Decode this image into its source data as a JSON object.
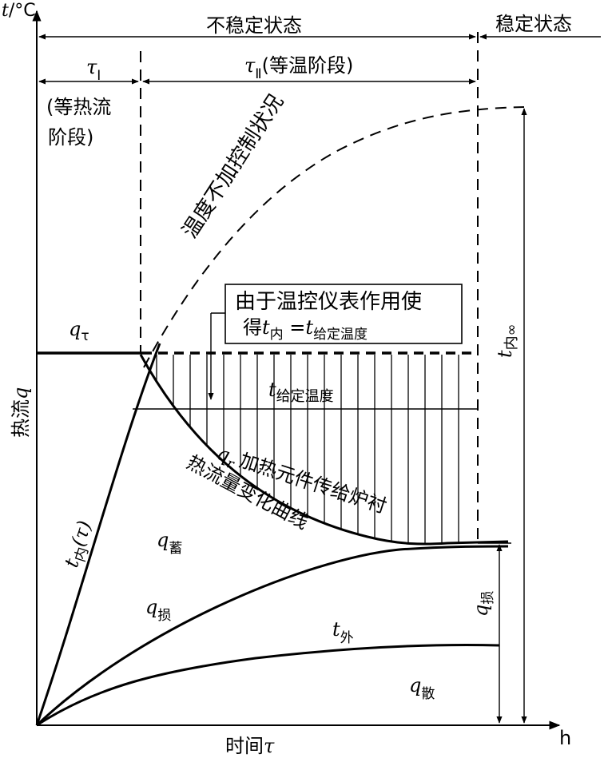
{
  "axes": {
    "y_unit_t": "t",
    "y_unit_deg": "/°C",
    "y_label_left": "热流",
    "y_label_q": "q",
    "x_label": "时间",
    "x_label_tau": "τ",
    "x_unit": "h"
  },
  "phases": {
    "unsteady": "不稳定状态",
    "steady": "稳定状态",
    "tau1_symbol": "τ",
    "tau1_sub": "I",
    "tau2_symbol": "τ",
    "tau2_sub": "Ⅱ",
    "tau2_desc": "(等温阶段)",
    "tau1_desc_line1": "(等热流",
    "tau1_desc_line2": "阶段)"
  },
  "annotations": {
    "uncontrolled": "温度不加控制状况",
    "box_line1": "由于温控仪表作用使",
    "box_line2_a": "得",
    "box_line2_t1": "t",
    "box_line2_sub1": "内",
    "box_line2_eq": " =",
    "box_line2_t2": "t",
    "box_line2_sub2": "给定温度",
    "t_set": "t",
    "t_set_sub": "给定温度",
    "q_tau": "q",
    "q_tau_sub": "τ",
    "q_r": "q",
    "q_r_sub": "r",
    "q_r_desc_line1": "加热元件传给炉衬",
    "q_r_desc_line2": "热流量变化曲线",
    "t_in_tau": "t",
    "t_in_tau_sub": "内",
    "t_in_tau_arg": "(τ)",
    "q_store": "q",
    "q_store_sub": "蓄",
    "q_loss": "q",
    "q_loss_sub": "损",
    "t_out": "t",
    "t_out_sub": "外",
    "q_disp": "q",
    "q_disp_sub": "散",
    "t_in_inf": "t",
    "t_in_inf_sub": "内∞",
    "q_loss_right": "q",
    "q_loss_right_sub": "损"
  }
}
